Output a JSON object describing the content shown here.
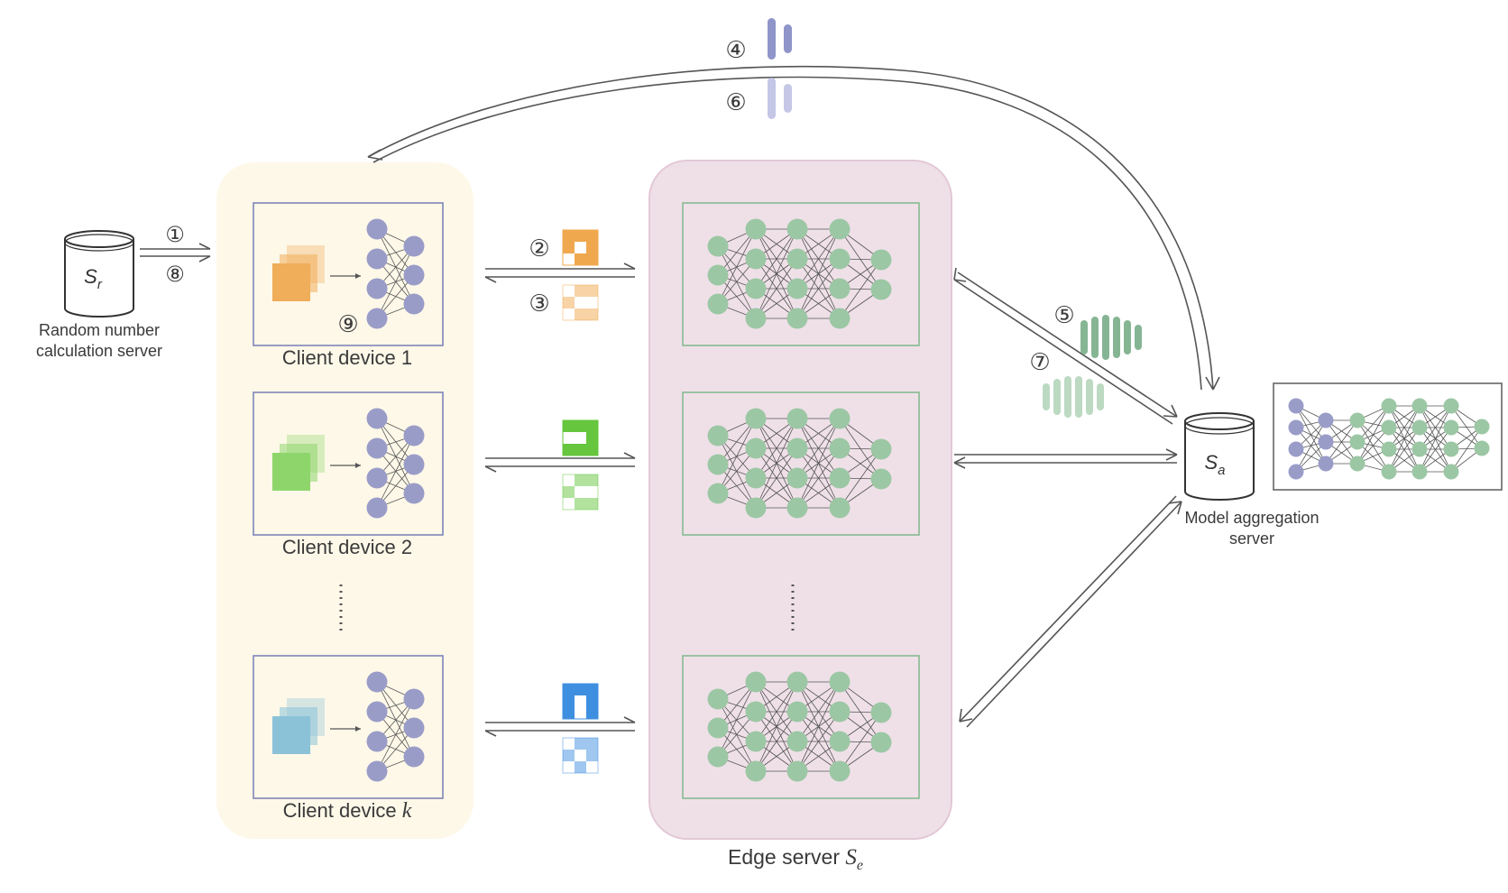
{
  "steps": {
    "s1": "①",
    "s2": "②",
    "s3": "③",
    "s4": "④",
    "s5": "⑤",
    "s6": "⑥",
    "s7": "⑦",
    "s8": "⑧",
    "s9": "⑨"
  },
  "random_server": {
    "symbol_base": "S",
    "symbol_sub": "r",
    "label_line1": "Random number",
    "label_line2": "calculation server"
  },
  "aggregation_server": {
    "symbol_base": "S",
    "symbol_sub": "a",
    "label_line1": "Model aggregation",
    "label_line2": "server"
  },
  "clients": [
    {
      "label_text": "Client device ",
      "label_var": "1",
      "label_var_italic": false,
      "color": "#f0ad5a"
    },
    {
      "label_text": "Client device ",
      "label_var": "2",
      "label_var_italic": false,
      "color": "#8ed66b"
    },
    {
      "label_text": "Client device ",
      "label_var": "k",
      "label_var_italic": true,
      "color": "#8bc2d8"
    }
  ],
  "edge_server": {
    "label_text": "Edge server ",
    "label_base": "S",
    "label_sub": "e"
  },
  "colors": {
    "client_panel": "#fdf8e8",
    "edge_panel": "#efe0e8",
    "edge_panel_border": "#e3c8d6",
    "client_node": "#9a9cc8",
    "edge_node": "#9cc7a4",
    "client_box_border": "#7f85b8",
    "edge_box_border": "#86ba90",
    "arrow": "#555555",
    "orange": "#f0a84e",
    "green": "#66c63e",
    "blue": "#3f8fe0",
    "param_purple": "#8f95c8",
    "param_green": "#86b594"
  }
}
